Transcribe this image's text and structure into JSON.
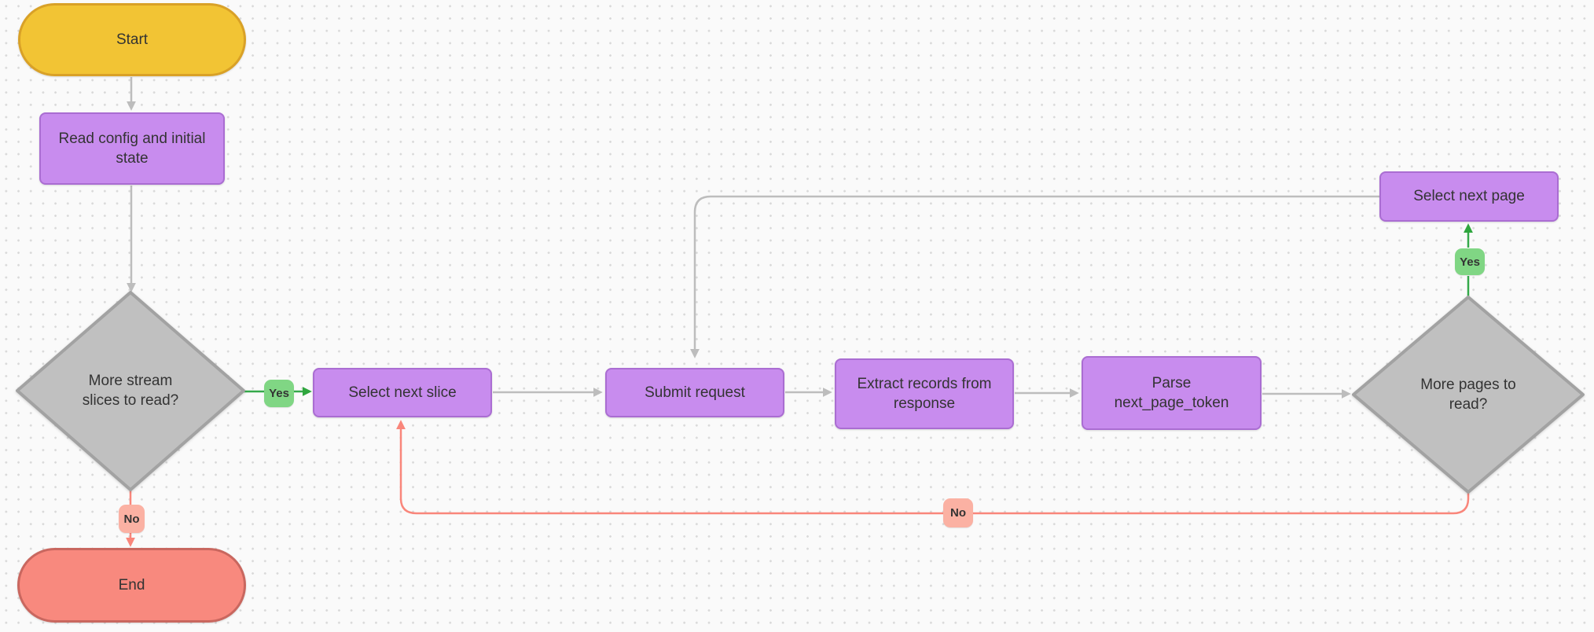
{
  "flowchart": {
    "nodes": {
      "start": {
        "label": "Start",
        "type": "terminal"
      },
      "read_config": {
        "label": "Read config and initial state",
        "type": "process"
      },
      "more_slices": {
        "label": "More stream slices to read?",
        "type": "decision"
      },
      "select_next_slice": {
        "label": "Select next slice",
        "type": "process"
      },
      "submit_request": {
        "label": "Submit request",
        "type": "process"
      },
      "extract_records": {
        "label": "Extract records from response",
        "type": "process"
      },
      "parse_token": {
        "label": "Parse next_page_token",
        "type": "process"
      },
      "more_pages": {
        "label": "More pages to read?",
        "type": "decision"
      },
      "select_next_page": {
        "label": "Select next page",
        "type": "process"
      },
      "end": {
        "label": "End",
        "type": "terminal"
      }
    },
    "edge_labels": {
      "slices_yes": "Yes",
      "slices_no": "No",
      "pages_yes": "Yes",
      "pages_no": "No"
    },
    "colors": {
      "canvas_background": "#FAFAFA",
      "grid_dot": "#D9D9D9",
      "process_fill": "#C88CEE",
      "process_border": "#AA6DD2",
      "start_fill": "#F2C434",
      "start_border": "#D9A127",
      "end_fill": "#F8897E",
      "end_border": "#C9675F",
      "decision_fill": "#C0C0C0",
      "decision_border": "#A2A2A2",
      "edge_gray": "#BDBDBD",
      "edge_green": "#35A94A",
      "edge_red": "#F9867B",
      "badge_yes_fill": "#80D684",
      "badge_no_fill": "#FBB1A3",
      "text": "#333333"
    }
  }
}
